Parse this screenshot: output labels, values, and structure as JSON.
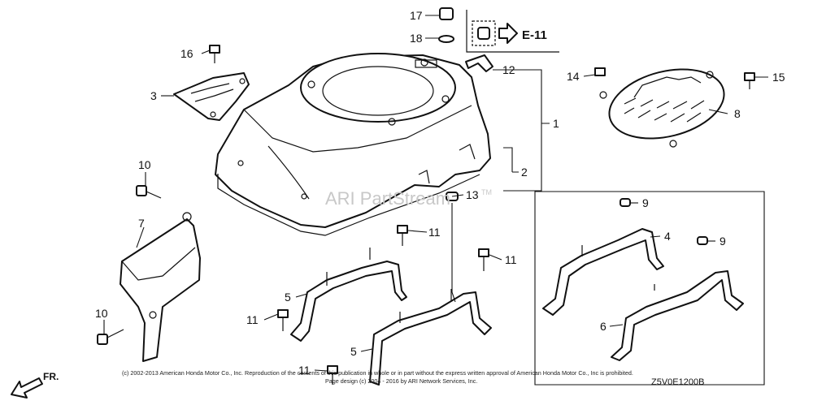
{
  "callouts": {
    "c1": "1",
    "c2": "2",
    "c3": "3",
    "c4": "4",
    "c5a": "5",
    "c5b": "5",
    "c6": "6",
    "c7": "7",
    "c8": "8",
    "c9a": "9",
    "c9b": "9",
    "c10a": "10",
    "c10b": "10",
    "c11a": "11",
    "c11b": "11",
    "c11c": "11",
    "c11d": "11",
    "c12": "12",
    "c13": "13",
    "c14": "14",
    "c15": "15",
    "c16": "16",
    "c17": "17",
    "c18": "18"
  },
  "reference": {
    "label": "E-11"
  },
  "watermark": {
    "text": "ARI PartStream",
    "tm": "TM"
  },
  "direction": {
    "label": "FR."
  },
  "footer": {
    "copyright": "(c) 2002-2013 American Honda Motor Co., Inc. Reproduction of the contents of this publication in whole or in part without the express written approval of American Honda Motor Co., Inc is prohibited.",
    "page_design": "Page design (c) 2004 - 2016 by ARI Network Services, Inc.",
    "diagram_code": "Z5V0E1200B"
  }
}
